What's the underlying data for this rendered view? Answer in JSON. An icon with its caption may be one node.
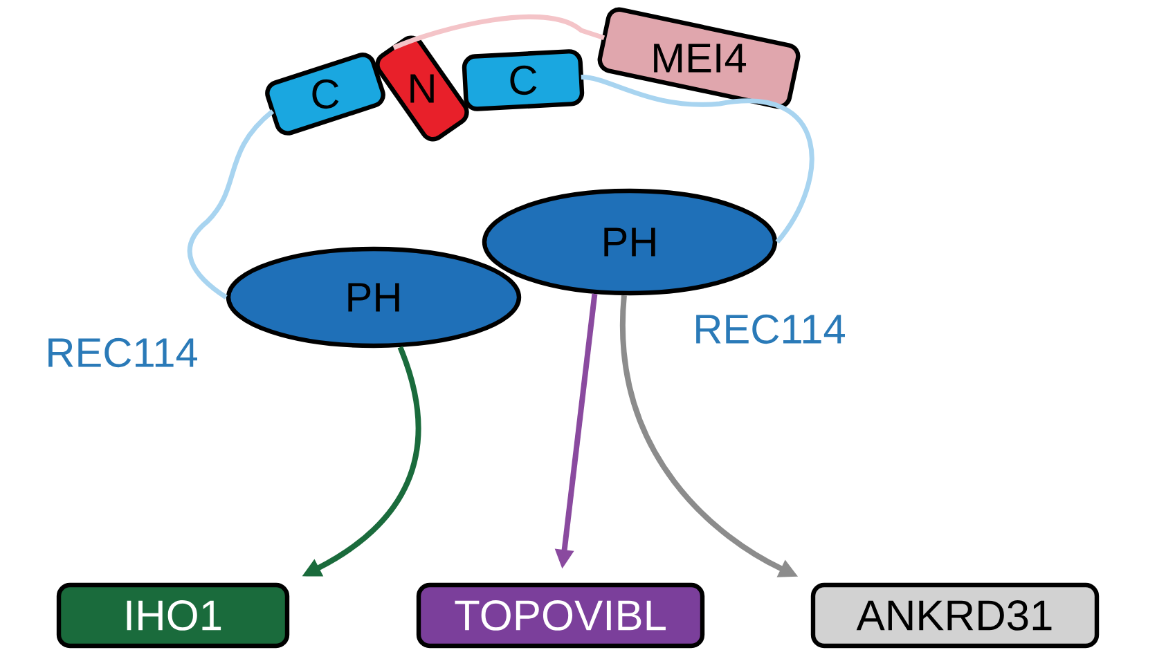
{
  "diagram": {
    "nodes": [
      {
        "text": [
          "MEI4"
        ]
      },
      {
        "text": [
          "C"
        ]
      },
      {
        "text": [
          "N"
        ]
      },
      {
        "text": [
          "C"
        ]
      },
      {
        "text": [
          "PH"
        ],
        "beside": [
          "REC114"
        ]
      },
      {
        "text": [
          "PH"
        ],
        "beside": [
          "REC114"
        ]
      },
      {
        "text": [
          "IHO1"
        ]
      },
      {
        "text": [
          "TOPOVIBL"
        ]
      },
      {
        "text": [
          "ANKRD31"
        ]
      }
    ],
    "edges": [
      {
        "from": 2,
        "to": 0,
        "arrow": "none",
        "color": "#f4c4c8"
      },
      {
        "from": 1,
        "to": 4,
        "arrow": "none",
        "color": "#a8d4f0"
      },
      {
        "from": 3,
        "to": 5,
        "arrow": "none",
        "color": "#a8d4f0"
      },
      {
        "from": 4,
        "to": 6,
        "arrow": "to",
        "color": "#1a6b3c"
      },
      {
        "from": 5,
        "to": 7,
        "arrow": "to",
        "color": "#8a4a9f"
      },
      {
        "from": 5,
        "to": 8,
        "arrow": "to",
        "color": "#8c8c8c"
      }
    ]
  }
}
